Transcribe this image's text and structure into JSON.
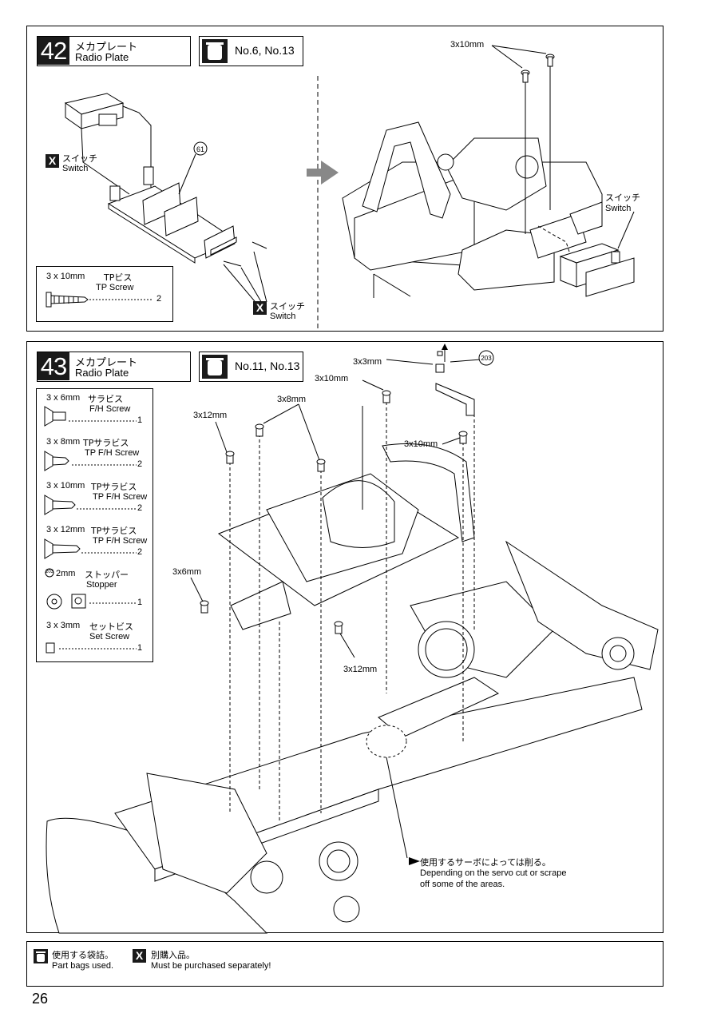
{
  "step42": {
    "number": "42",
    "title_ja": "メカプレート",
    "title_en": "Radio Plate",
    "bags": "No.6, No.13",
    "callout_61": "61",
    "switch_ja_1": "スイッチ",
    "switch_en_1": "Switch",
    "switch_ja_2": "スイッチ",
    "switch_en_2": "Switch",
    "switch_ja_3": "スイッチ",
    "switch_en_3": "Switch",
    "screw_label": "3x10mm",
    "parts": {
      "size": "3 x 10mm",
      "name_ja": "TPビス",
      "name_en": "TP Screw",
      "qty": "2"
    }
  },
  "step43": {
    "number": "43",
    "title_ja": "メカプレート",
    "title_en": "Radio Plate",
    "bags": "No.11, No.13",
    "callout_203": "203",
    "labels": {
      "l3x3": "3x3mm",
      "l3x10a": "3x10mm",
      "l3x8": "3x8mm",
      "l3x12a": "3x12mm",
      "l3x10b": "3x10mm",
      "l3x6": "3x6mm",
      "l3x12b": "3x12mm"
    },
    "parts": [
      {
        "size": "3 x 6mm",
        "name_ja": "サラビス",
        "name_en": "F/H Screw",
        "qty": "1"
      },
      {
        "size": "3 x 8mm",
        "name_ja": "TPサラビス",
        "name_en": "TP F/H Screw",
        "qty": "2"
      },
      {
        "size": "3 x 10mm",
        "name_ja": "TPサラビス",
        "name_en": "TP F/H Screw",
        "qty": "2"
      },
      {
        "size": "3 x 12mm",
        "name_ja": "TPサラビス",
        "name_en": "TP F/H Screw",
        "qty": "2"
      },
      {
        "size": "2mm",
        "name_ja": "ストッパー",
        "name_en": "Stopper",
        "qty": "1",
        "callout": "203"
      },
      {
        "size": "3 x 3mm",
        "name_ja": "セットビス",
        "name_en": "Set Screw",
        "qty": "1"
      }
    ],
    "note_ja": "使用するサーボによっては削る。",
    "note_en_1": "Depending on the servo cut or scrape",
    "note_en_2": "off some of the areas."
  },
  "legend": {
    "bag_ja": "使用する袋詰。",
    "bag_en": "Part bags used.",
    "x_ja": "別購入品。",
    "x_en": "Must be purchased separately!",
    "x_symbol": "X"
  },
  "page_number": "26"
}
